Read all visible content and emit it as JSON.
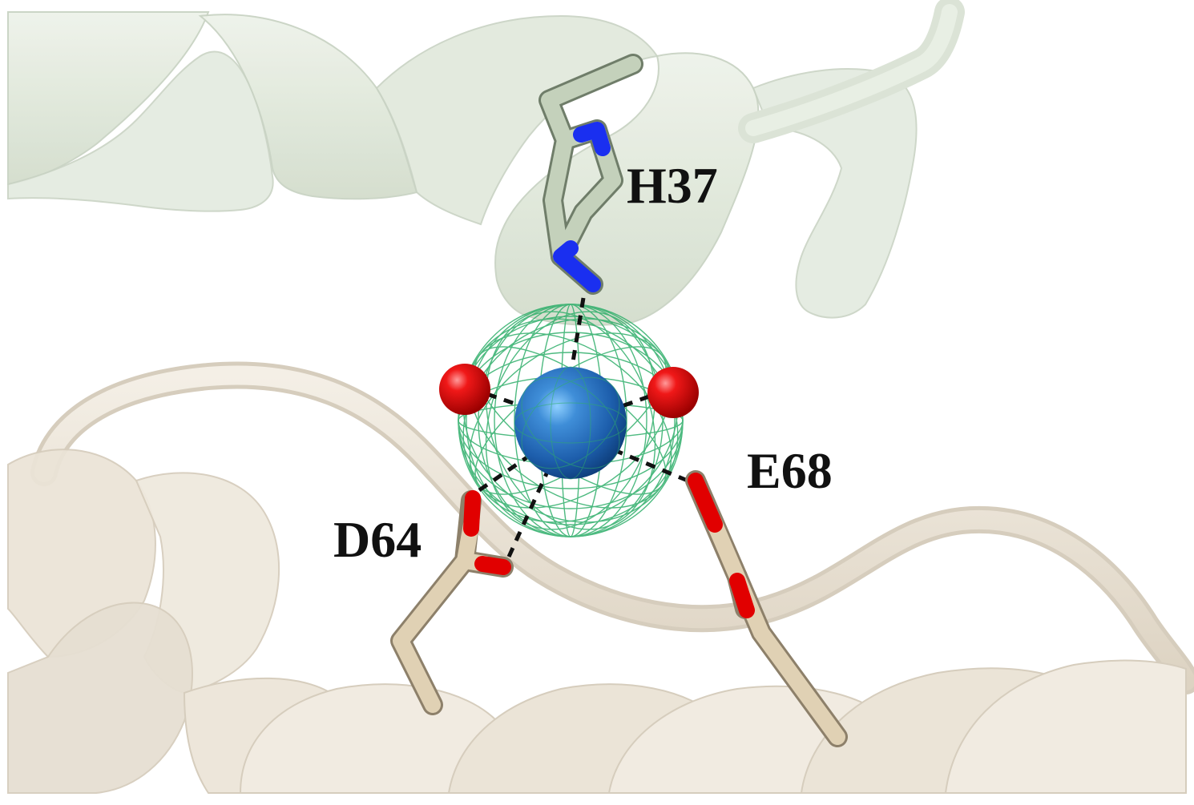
{
  "labels": {
    "h37": "H37",
    "e68": "E68",
    "d64": "D64"
  },
  "colors": {
    "background": "#ffffff",
    "upper_ribbon": "#dfe7da",
    "upper_ribbon_edge": "#c9d3c4",
    "lower_ribbon": "#ebe4d7",
    "lower_ribbon_edge": "#d6cdbd",
    "upper_stick_carbon": "#b8c7ae",
    "lower_stick_carbon": "#d9c9aa",
    "nitrogen": "#1a2ff0",
    "oxygen": "#e10000",
    "metal_ion": "#1f6fc4",
    "density_mesh": "#2fae6a",
    "coordination_bond": "#111111",
    "label_text": "#111111"
  }
}
